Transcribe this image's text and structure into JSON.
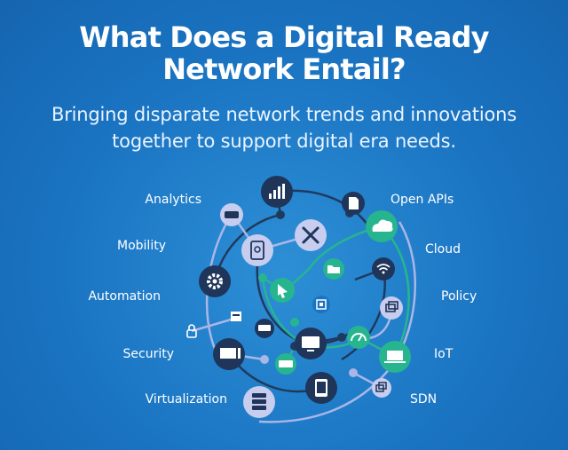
{
  "header": {
    "title_line1": "What Does a Digital Ready",
    "title_line2": "Network Entail?",
    "subtitle_line1": "Bringing disparate network trends and innovations",
    "subtitle_line2": "together to support digital era needs."
  },
  "labels_left": [
    "Analytics",
    "Mobility",
    "Automation",
    "Security",
    "Virtualization"
  ],
  "labels_right": [
    "Open APIs",
    "Cloud",
    "Policy",
    "IoT",
    "SDN"
  ],
  "colors": {
    "dark_navy": "#1f3559",
    "light_lavender": "#c7cdee",
    "teal": "#27b58f",
    "dark_line": "#203a5e",
    "light_line": "#aab6e6"
  },
  "icons": [
    "bar-chart-icon",
    "sd-card-icon",
    "router-icon",
    "cloud-icon",
    "hard-drive-icon",
    "tools-icon",
    "folder-icon",
    "wifi-icon",
    "gear-icon",
    "cursor-icon",
    "chip-icon",
    "windows-icon",
    "lock-icon",
    "server-icon",
    "storage-icon",
    "monitor-icon",
    "gauge-icon",
    "laptop-icon",
    "desktop-icon",
    "keyboard-icon",
    "tablet-icon",
    "windows-small-icon",
    "database-icon"
  ]
}
